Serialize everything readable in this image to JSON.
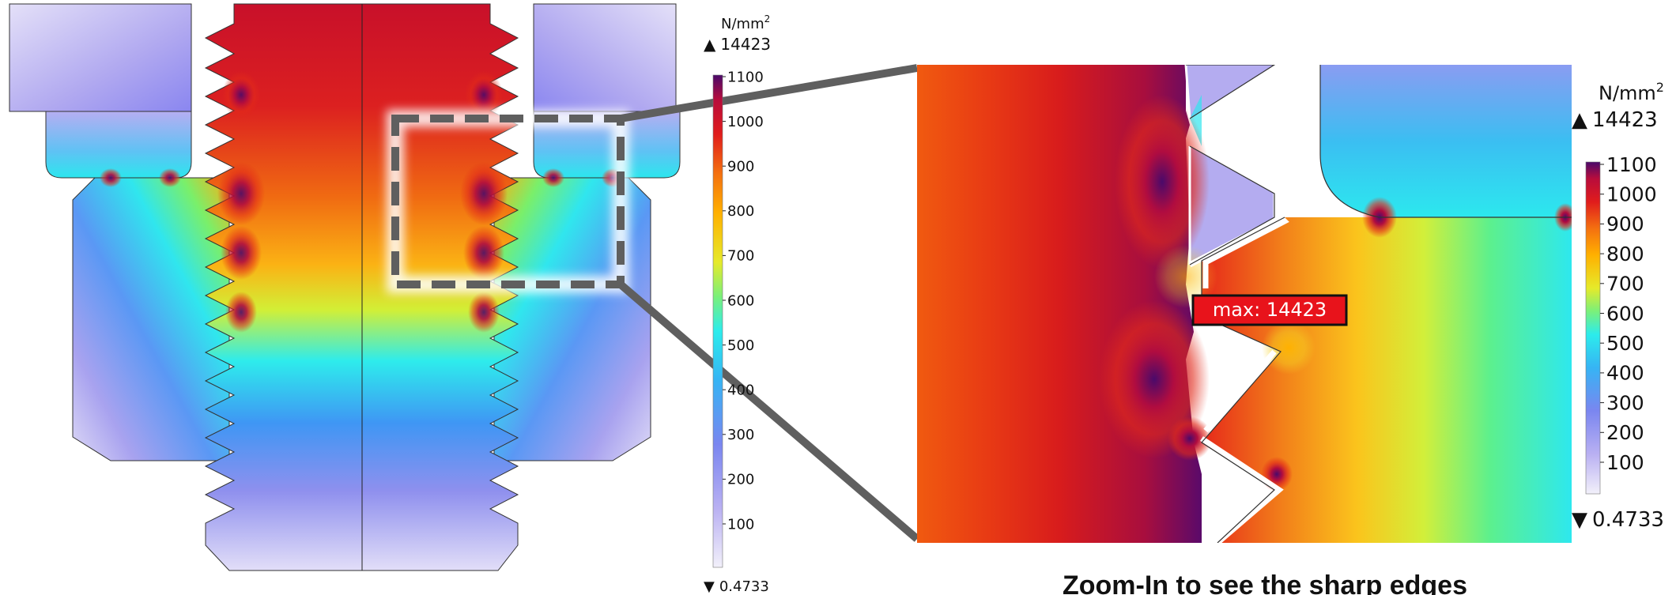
{
  "legend_left": {
    "unit": "N/mm",
    "unit_sup": "2",
    "max_marker": "▲",
    "max_value": "14423",
    "min_marker": "▼",
    "min_value": "0.4733",
    "ticks": [
      "1100",
      "1000",
      "900",
      "800",
      "700",
      "600",
      "500",
      "400",
      "300",
      "200",
      "100"
    ]
  },
  "legend_right": {
    "unit": "N/mm",
    "unit_sup": "2",
    "max_marker": "▲",
    "max_value": "14423",
    "min_marker": "▼",
    "min_value": "0.4733",
    "ticks": [
      "1100",
      "1000",
      "900",
      "800",
      "700",
      "600",
      "500",
      "400",
      "300",
      "200",
      "100"
    ]
  },
  "annotation": {
    "text": "max: 14423",
    "color": "#e8131b"
  },
  "caption": "Zoom-In to see the sharp edges",
  "colors": {
    "colormap": [
      "#f2f0fa",
      "#a99df0",
      "#3f8cf5",
      "#2ff0f0",
      "#d8f03a",
      "#ffb000",
      "#f07010",
      "#e01c1c",
      "#c0102c",
      "#5a0a6a"
    ],
    "zoom_connector": "#5f5f5f"
  }
}
